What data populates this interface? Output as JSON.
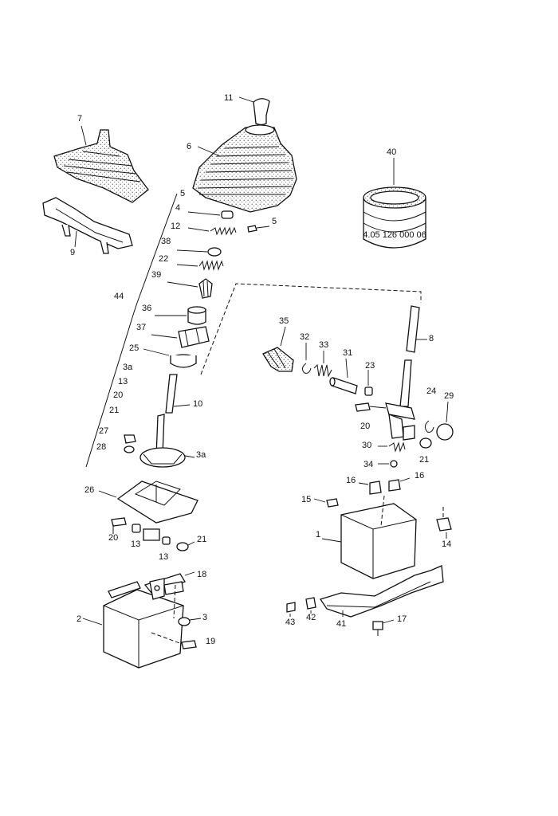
{
  "diagram": {
    "labels": {
      "n1": "1",
      "n2": "2",
      "n3": "3",
      "n4": "4",
      "n5": "5",
      "n5b": "5",
      "n6": "6",
      "n7": "7",
      "n8": "8",
      "n9": "9",
      "n10": "10",
      "n11": "11",
      "n12": "12",
      "n13a": "13",
      "n13b": "13",
      "n13c": "13",
      "n14": "14",
      "n15": "15",
      "n16a": "16",
      "n16b": "16",
      "n17": "17",
      "n18": "18",
      "n19": "19",
      "n20a": "20",
      "n20b": "20",
      "n20c": "20",
      "n21a": "21",
      "n21b": "21",
      "n21c": "21",
      "n22": "22",
      "n23": "23",
      "n24": "24",
      "n25": "25",
      "n26": "26",
      "n27": "27",
      "n28": "28",
      "n29": "29",
      "n30": "30",
      "n31": "31",
      "n32": "32",
      "n33": "33",
      "n34": "34",
      "n35": "35",
      "n36": "36",
      "n37": "37",
      "n38": "38",
      "n39": "39",
      "n3a1": "3a",
      "n3a2": "3a",
      "n40": "40",
      "n41": "41",
      "n42": "42",
      "n43": "43",
      "n44": "44"
    },
    "can_marking": "4.05 126 000 06"
  }
}
